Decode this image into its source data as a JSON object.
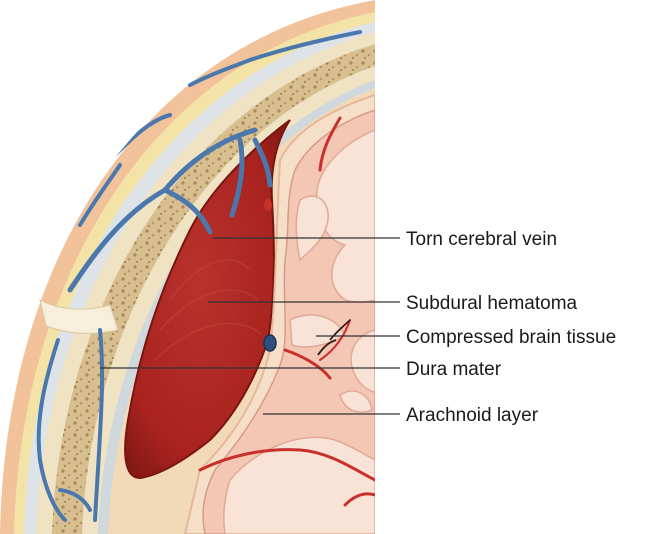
{
  "labels": [
    {
      "id": "torn-cerebral-vein",
      "text": "Torn cerebral vein"
    },
    {
      "id": "subdural-hematoma",
      "text": "Subdural hematoma"
    },
    {
      "id": "compressed-brain-tissue",
      "text": "Compressed brain tissue"
    },
    {
      "id": "dura-mater",
      "text": "Dura mater"
    },
    {
      "id": "arachnoid-layer",
      "text": "Arachnoid layer"
    }
  ],
  "colors": {
    "skin": "#f2c29a",
    "fat": "#f3e3a6",
    "bone": "#efe3c4",
    "diploe": "#c9aa78",
    "dura": "#cfd8dc",
    "vein": "#4a78ad",
    "hematoma": "#b22a25",
    "hematoma_dark": "#8c1b18",
    "brain": "#f4c6b4",
    "white_matter": "#f8e3d6",
    "vessel": "#c9302c"
  }
}
